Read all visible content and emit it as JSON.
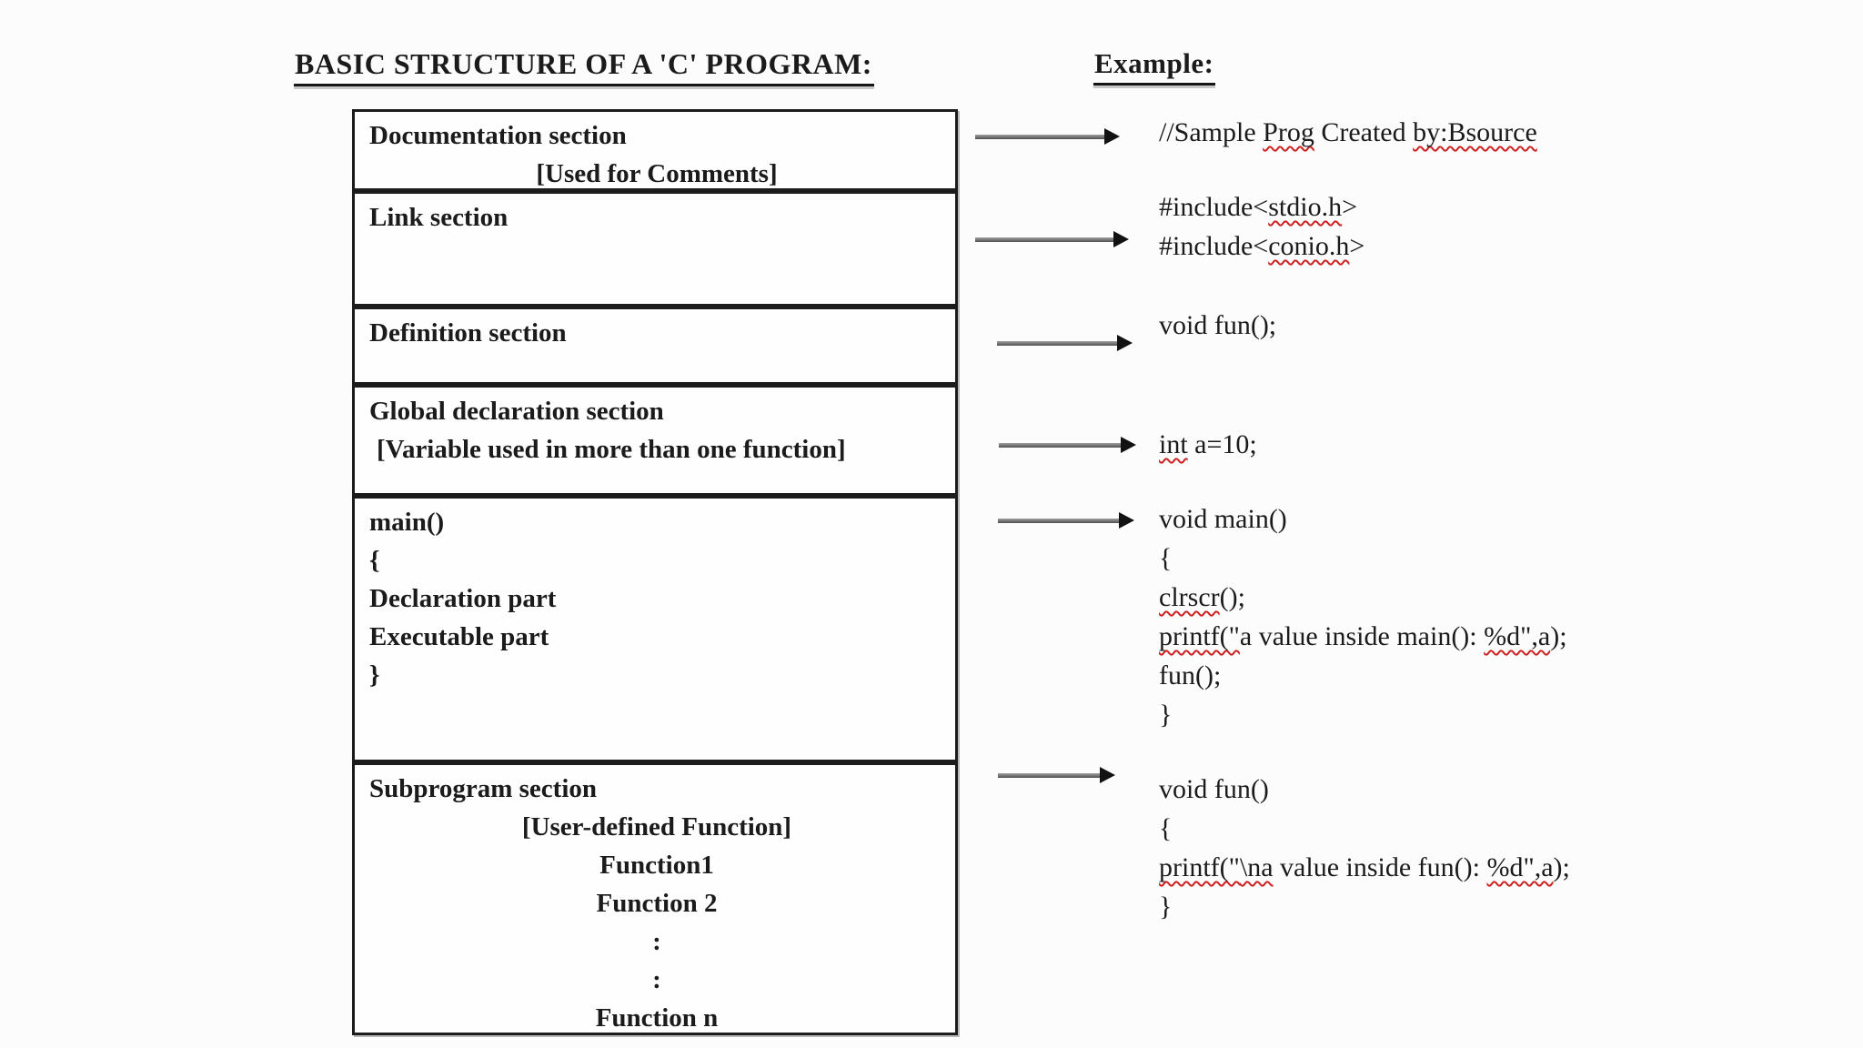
{
  "headings": {
    "title": "BASIC STRUCTURE OF A 'C' PROGRAM:",
    "example": "Example:"
  },
  "colors": {
    "ink": "#1b1b1b",
    "box_border": "#1c1c1c",
    "squiggle_red": "#cc2222",
    "arrow_line_gray": "#7a7a7a",
    "arrow_head_black": "#121212",
    "background": "#fcfcfc"
  },
  "boxes": [
    {
      "id": "documentation-section",
      "lines": [
        {
          "text": "Documentation section"
        },
        {
          "text": "[Used for Comments]",
          "center": true
        }
      ]
    },
    {
      "id": "link-section",
      "lines": [
        {
          "text": "Link section"
        }
      ]
    },
    {
      "id": "definition-section",
      "lines": [
        {
          "text": "Definition section"
        }
      ]
    },
    {
      "id": "global-declaration-section",
      "lines": [
        {
          "text": "Global declaration section"
        },
        {
          "text": "[Variable used in more than one function]",
          "indent": true
        }
      ]
    },
    {
      "id": "main-section",
      "lines": [
        {
          "text": "main()"
        },
        {
          "text": "{"
        },
        {
          "text": "Declaration part"
        },
        {
          "text": "Executable part"
        },
        {
          "text": "}"
        }
      ]
    },
    {
      "id": "subprogram-section",
      "lines": [
        {
          "text": "Subprogram section"
        },
        {
          "text": "[User-defined Function]",
          "center": true
        },
        {
          "text": "Function1",
          "center": true
        },
        {
          "text": "Function 2",
          "center": true
        },
        {
          "text": ":",
          "center": true
        },
        {
          "text": ":",
          "center": true
        },
        {
          "text": "Function n",
          "center": true
        }
      ]
    }
  ],
  "examples": [
    {
      "id": "documentation-example",
      "lines": [
        {
          "segments": [
            {
              "t": "//Sample "
            },
            {
              "t": "Prog",
              "sq": true
            },
            {
              "t": " Created "
            },
            {
              "t": "by:Bsource",
              "sq": true
            }
          ]
        }
      ]
    },
    {
      "id": "link-example",
      "lines": [
        {
          "segments": [
            {
              "t": "#include<"
            },
            {
              "t": "stdio.h",
              "sq": true
            },
            {
              "t": ">"
            }
          ]
        },
        {
          "segments": [
            {
              "t": "#include<"
            },
            {
              "t": "conio.h",
              "sq": true
            },
            {
              "t": ">"
            }
          ]
        }
      ]
    },
    {
      "id": "definition-example",
      "lines": [
        {
          "segments": [
            {
              "t": "void fun();"
            }
          ]
        }
      ]
    },
    {
      "id": "global-declaration-example",
      "lines": [
        {
          "segments": [
            {
              "t": "int",
              "sq": true
            },
            {
              "t": " a=10;"
            }
          ]
        }
      ]
    },
    {
      "id": "main-example",
      "lines": [
        {
          "segments": [
            {
              "t": "void main()"
            }
          ]
        },
        {
          "segments": [
            {
              "t": "{"
            }
          ]
        },
        {
          "segments": [
            {
              "t": "clrscr",
              "sq": true
            },
            {
              "t": "();"
            }
          ]
        },
        {
          "segments": [
            {
              "t": "printf(\"",
              "sq": true
            },
            {
              "t": "a value inside main(): "
            },
            {
              "t": "%d\",a",
              "sq": true
            },
            {
              "t": ");"
            }
          ]
        },
        {
          "segments": [
            {
              "t": "fun();"
            }
          ]
        },
        {
          "segments": [
            {
              "t": "}"
            }
          ]
        }
      ]
    },
    {
      "id": "subprogram-example",
      "lines": [
        {
          "segments": [
            {
              "t": "void fun()"
            }
          ]
        },
        {
          "segments": [
            {
              "t": "{"
            }
          ]
        },
        {
          "segments": [
            {
              "t": "printf(\"",
              "sq": true
            },
            {
              "t": "\\na",
              "sq": true
            },
            {
              "t": " value inside fun(): "
            },
            {
              "t": "%d\",a",
              "sq": true
            },
            {
              "t": ");"
            }
          ]
        },
        {
          "segments": [
            {
              "t": "}"
            }
          ]
        }
      ]
    }
  ]
}
